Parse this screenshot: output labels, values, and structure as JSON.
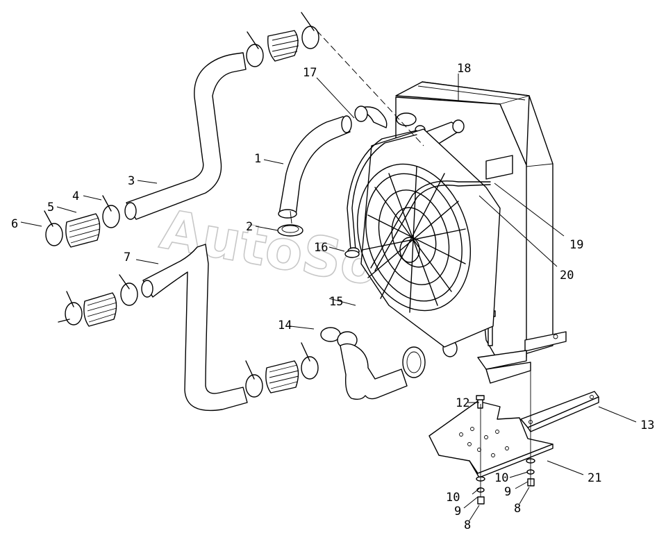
{
  "watermark": "AutoSoft.ru",
  "callouts": [
    {
      "id": "c1",
      "text": "1"
    },
    {
      "id": "c2",
      "text": "2"
    },
    {
      "id": "c3",
      "text": "3"
    },
    {
      "id": "c4",
      "text": "4"
    },
    {
      "id": "c5",
      "text": "5"
    },
    {
      "id": "c6",
      "text": "6"
    },
    {
      "id": "c7",
      "text": "7"
    },
    {
      "id": "c8a",
      "text": "8"
    },
    {
      "id": "c8b",
      "text": "8"
    },
    {
      "id": "c9a",
      "text": "9"
    },
    {
      "id": "c9b",
      "text": "9"
    },
    {
      "id": "c10a",
      "text": "10"
    },
    {
      "id": "c10b",
      "text": "10"
    },
    {
      "id": "c12",
      "text": "12"
    },
    {
      "id": "c13",
      "text": "13"
    },
    {
      "id": "c14",
      "text": "14"
    },
    {
      "id": "c15",
      "text": "15"
    },
    {
      "id": "c16",
      "text": "16"
    },
    {
      "id": "c17",
      "text": "17"
    },
    {
      "id": "c18",
      "text": "18"
    },
    {
      "id": "c19",
      "text": "19"
    },
    {
      "id": "c20",
      "text": "20"
    },
    {
      "id": "c21",
      "text": "21"
    }
  ]
}
